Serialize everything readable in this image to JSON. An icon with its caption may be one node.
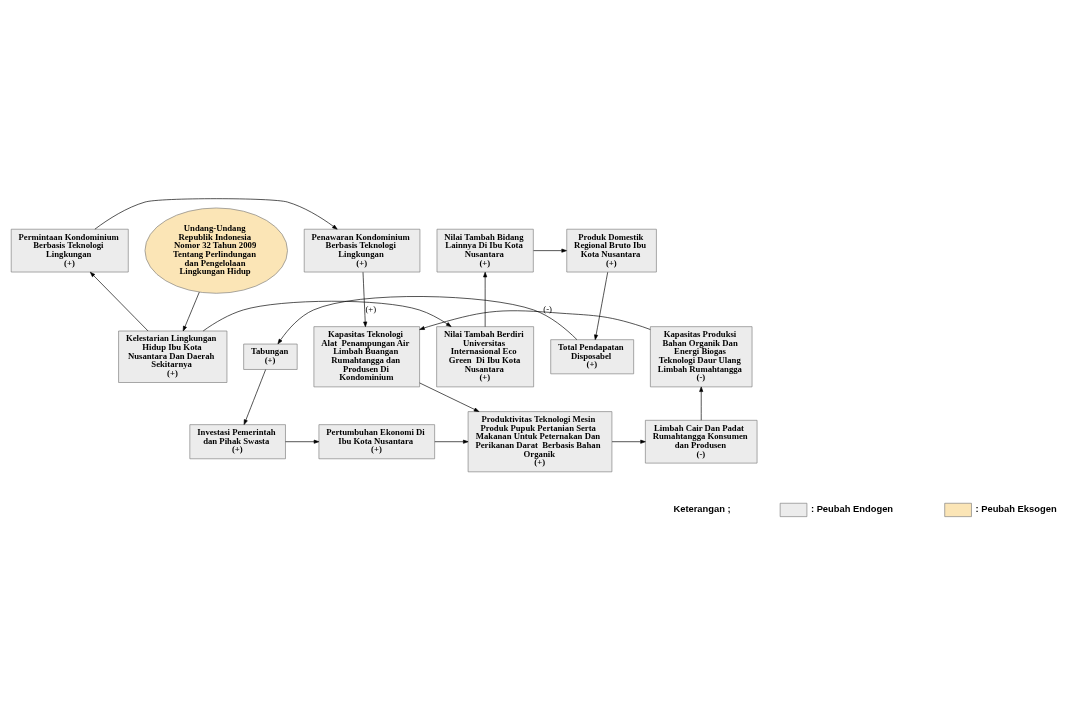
{
  "diagram": {
    "nodes": [
      {
        "text": [
          "Undang-Undang Republik Indonesia Nomor 32 Tahun 2009 Tentang Perlindungan dan Pengelolaan Lingkungan Hidup"
        ]
      },
      {
        "text": [
          "Kelestarian Lingkungan Hidup Ibu Kota Nusantara Dan Daerah Sekitarnya",
          "(+)"
        ]
      },
      {
        "text": [
          "Nilai Tambah Berdiri Universitas Internasional Eco Green  Di Ibu Kota Nusantara",
          "(+)"
        ]
      },
      {
        "text": [
          "Permintaan Kondominium Berbasis Teknologi Lingkungan",
          "(+)"
        ]
      },
      {
        "text": [
          "Penawaran Kondominium Berbasis Teknologi Lingkungan",
          "(+)"
        ]
      },
      {
        "text": [
          "Nilai Tambah Bidang Lainnya Di Ibu Kota Nusantara",
          "(+)"
        ]
      },
      {
        "text": [
          "Produk Domestik Regional Bruto Ibu Kota Nusantara",
          "(+)"
        ]
      },
      {
        "text": [
          "Kapasitas Produksi Bahan Organik Dan Energi Biogas Teknologi Daur Ulang Limbah Rumahtangga",
          "(-)"
        ]
      },
      {
        "text": [
          "Kapasitas Teknologi Alat  Penampungan Air Limbah Buangan Rumahtangga dan Produsen Di Kondominium"
        ]
      },
      {
        "text": [
          "Total Pendapatan Disposabel",
          "(+)"
        ]
      },
      {
        "text": [
          "Tabungan",
          "(+)"
        ]
      },
      {
        "text": [
          "Investasi Pemerintah dan Pihak Swasta",
          "(+)"
        ]
      },
      {
        "text": [
          "Limbah Cair Dan Padat  Rumahtangga Konsumen dan Produsen",
          "(-)"
        ]
      },
      {
        "text": [
          "Produktivitas Teknologi Mesin Produk Pupuk Pertanian Serta Makanan Untuk Peternakan Dan Perikanan Darat  Berbasis Bahan Organik",
          "(+)"
        ]
      },
      {
        "text": [
          "Pertumbuhan Ekonomi Di Ibu Kota Nusantara",
          "(+)"
        ]
      }
    ],
    "edges": [
      {
        "from": 0,
        "to": 1,
        "arrow": "to"
      },
      {
        "from": 1,
        "to": 2,
        "arrow": "to"
      },
      {
        "from": 1,
        "to": 3,
        "arrow": "to"
      },
      {
        "from": 2,
        "to": 5,
        "arrow": "to"
      },
      {
        "from": 3,
        "to": 4,
        "arrow": "to"
      },
      {
        "from": 5,
        "to": 6,
        "arrow": "to"
      },
      {
        "from": 4,
        "to": 8,
        "arrow": "to",
        "label": "(+)"
      },
      {
        "from": 7,
        "to": 8,
        "arrow": "to",
        "label": "(-)"
      },
      {
        "from": 6,
        "to": 9,
        "arrow": "to"
      },
      {
        "from": 9,
        "to": 10,
        "arrow": "to"
      },
      {
        "from": 10,
        "to": 11,
        "arrow": "to"
      },
      {
        "from": 8,
        "to": 13,
        "arrow": "to"
      },
      {
        "from": 11,
        "to": 14,
        "arrow": "to"
      },
      {
        "from": 14,
        "to": 13,
        "arrow": "to"
      },
      {
        "from": 13,
        "to": 12,
        "arrow": "to"
      },
      {
        "from": 12,
        "to": 7,
        "arrow": "to"
      }
    ],
    "labels": [
      "Keterangan ;"
    ],
    "legend": [
      {
        "text": ": Peubah Endogen",
        "color": "#ececec"
      },
      {
        "text": ": Peubah Eksogen",
        "color": "#fbe5b6"
      }
    ]
  }
}
